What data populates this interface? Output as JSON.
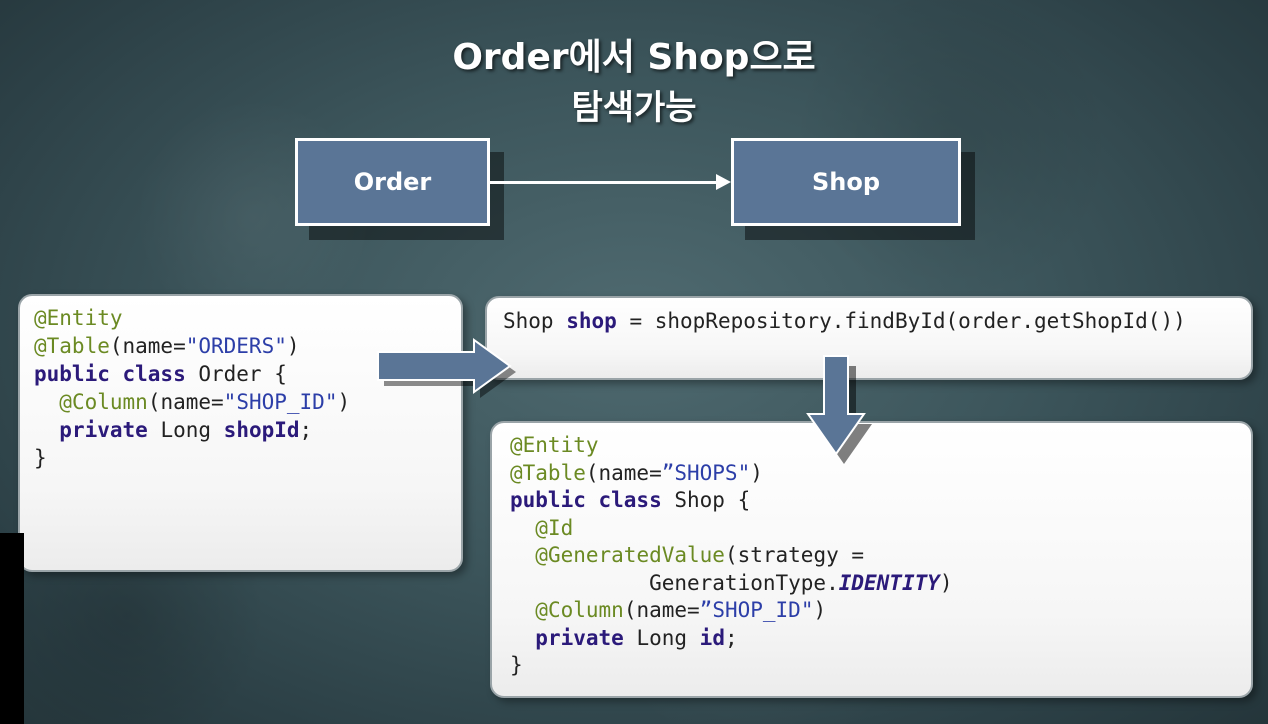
{
  "title": {
    "line1": "Order에서 Shop으로",
    "line2": "탐색가능"
  },
  "diagram": {
    "order_box": "Order",
    "shop_box": "Shop"
  },
  "code": {
    "order_class": [
      [
        "@Entity"
      ],
      [
        "@Table",
        "(name=",
        "\"ORDERS\"",
        ")"
      ],
      [
        "public class",
        " Order {"
      ],
      [
        "  ",
        "@Column",
        "(name=",
        "\"SHOP_ID\"",
        ")"
      ],
      [
        "  ",
        "private",
        " Long ",
        "shopId",
        ";"
      ],
      [
        "}"
      ]
    ],
    "query": [
      "Shop ",
      "shop",
      " = shopRepository.findById(order.getShopId())"
    ],
    "shop_class": [
      [
        "@Entity"
      ],
      [
        "@Table",
        "(name=",
        "”SHOPS\"",
        ")"
      ],
      [
        "public class",
        " Shop {"
      ],
      [
        "  ",
        "@Id"
      ],
      [
        "  ",
        "@GeneratedValue",
        "(strategy ="
      ],
      [
        "           GenerationType.",
        "IDENTITY",
        ")"
      ],
      [
        "  ",
        "@Column",
        "(name=",
        "”SHOP_ID\"",
        ")"
      ],
      [
        "  ",
        "private",
        " Long ",
        "id",
        ";"
      ],
      [
        "}"
      ]
    ]
  },
  "colors": {
    "box_fill": "#5a7596",
    "arrow_fill": "#5a7596",
    "annotation": "#6b8a23",
    "keyword": "#2b1a7a",
    "string": "#2c3ea8"
  }
}
